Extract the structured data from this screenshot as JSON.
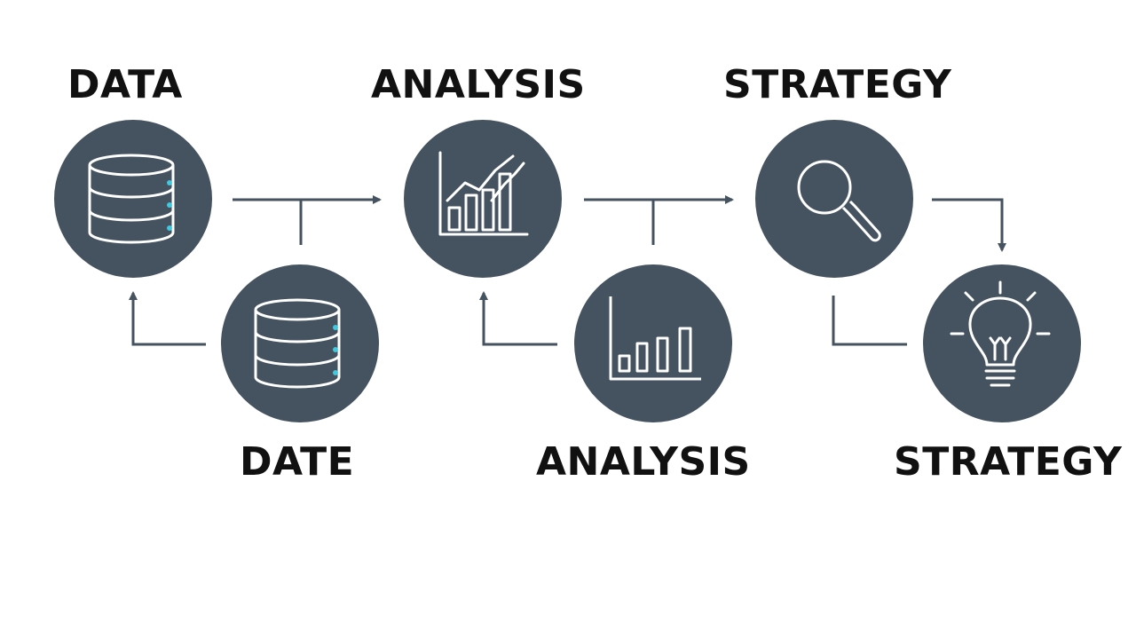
{
  "colors": {
    "node_fill": "#45525f",
    "icon_stroke": "#ffffff",
    "accent_dot": "#3ec9e0",
    "connector": "#45525f",
    "label_text": "#111111"
  },
  "labels": {
    "top": [
      "DATA",
      "ANALYSIS",
      "STRATEGY"
    ],
    "bottom": [
      "DATE",
      "ANALYSIS",
      "STRATEGY"
    ]
  },
  "nodes": [
    {
      "id": "data-top",
      "icon": "database-icon"
    },
    {
      "id": "analysis-top",
      "icon": "rising-bar-chart-icon"
    },
    {
      "id": "strategy-top",
      "icon": "magnifying-glass-icon"
    },
    {
      "id": "data-bottom",
      "icon": "database-icon"
    },
    {
      "id": "analysis-bottom",
      "icon": "bar-chart-icon"
    },
    {
      "id": "strategy-bottom",
      "icon": "lightbulb-icon"
    }
  ]
}
